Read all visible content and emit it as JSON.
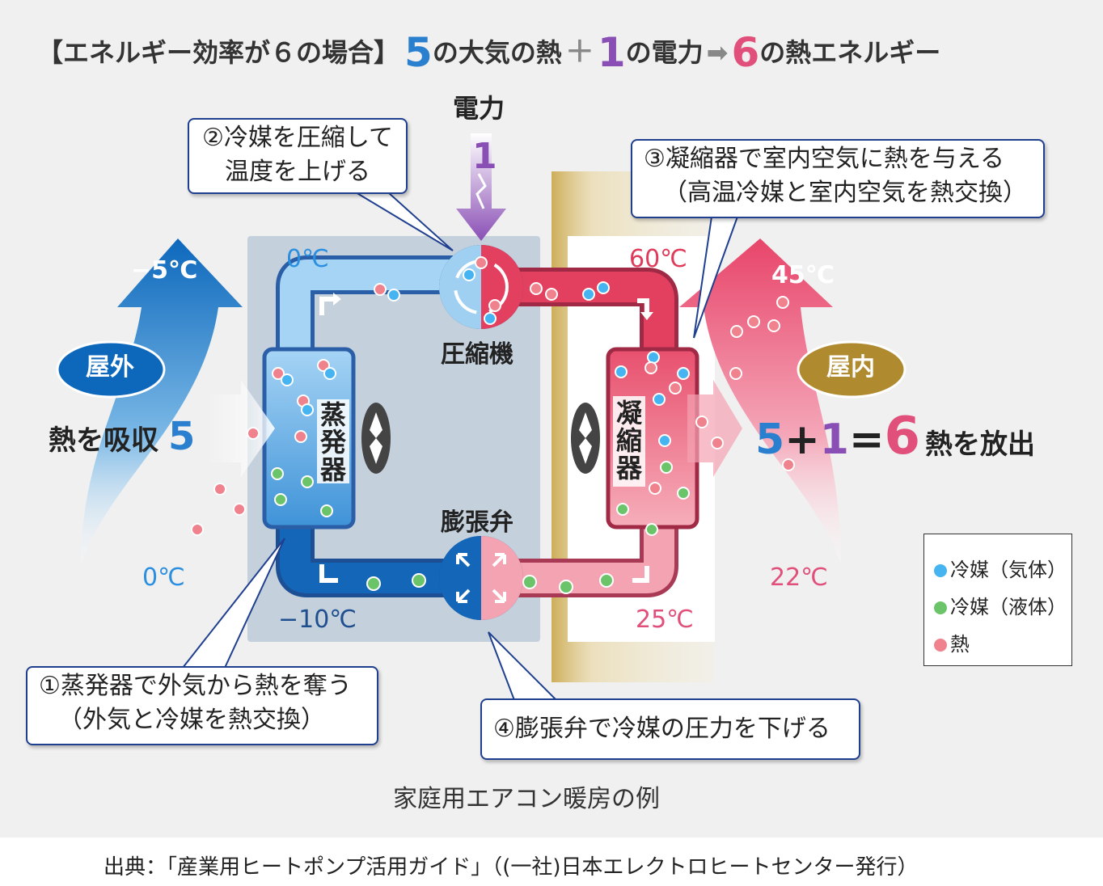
{
  "header": {
    "prefix": "【エネルギー効率が６の場合】",
    "n5": "5",
    "t1": "の大気の熱",
    "plus": "＋",
    "n1": "1",
    "t2": "の電力",
    "arrow": "➡",
    "n6": "6",
    "t3": "の熱エネルギー"
  },
  "power": {
    "label": "電力",
    "value": "1"
  },
  "callouts": {
    "c2": [
      "②冷媒を圧縮して",
      "温度を上げる"
    ],
    "c3": [
      "③凝縮器で室内空気に熱を与える",
      "（高温冷媒と室内空気を熱交換）"
    ],
    "c1": [
      "①蒸発器で外気から熱を奪う",
      "（外気と冷媒を熱交換）"
    ],
    "c4": "④膨張弁で冷媒の圧力を下げる"
  },
  "temps": {
    "outdoor_in": "−5℃",
    "outdoor_out": "0℃",
    "evap_top": "0℃",
    "evap_bottom": "−10℃",
    "cond_top": "60℃",
    "cond_bottom": "25℃",
    "indoor_out": "45℃",
    "indoor_in": "22℃"
  },
  "components": {
    "compressor": "圧縮機",
    "expansion": "膨張弁",
    "evaporator": [
      "蒸",
      "発",
      "器"
    ],
    "condenser": [
      "凝",
      "縮",
      "器"
    ]
  },
  "outdoor": {
    "badge": "屋外",
    "absorb_text": "熱を吸収",
    "absorb_value": "5"
  },
  "indoor": {
    "badge": "屋内",
    "eq5": "5",
    "eqplus": "+",
    "eq1": "1",
    "eqeq": "=",
    "eq6": "6",
    "release_text": "熱を放出"
  },
  "legend": {
    "gas": "冷媒（気体）",
    "liquid": "冷媒（液体）",
    "heat": "熱"
  },
  "caption": "家庭用エアコン暖房の例",
  "source": "出典：「産業用ヒートポンプ活用ガイド」（(一社)日本エレクトロヒートセンター発行）",
  "colors": {
    "blue": "#2a7fcf",
    "purple": "#8a4fb5",
    "pink": "#e0507a",
    "gas_dot": "#46b4f0",
    "liquid_dot": "#6cc46a",
    "heat_dot": "#f0828e"
  }
}
